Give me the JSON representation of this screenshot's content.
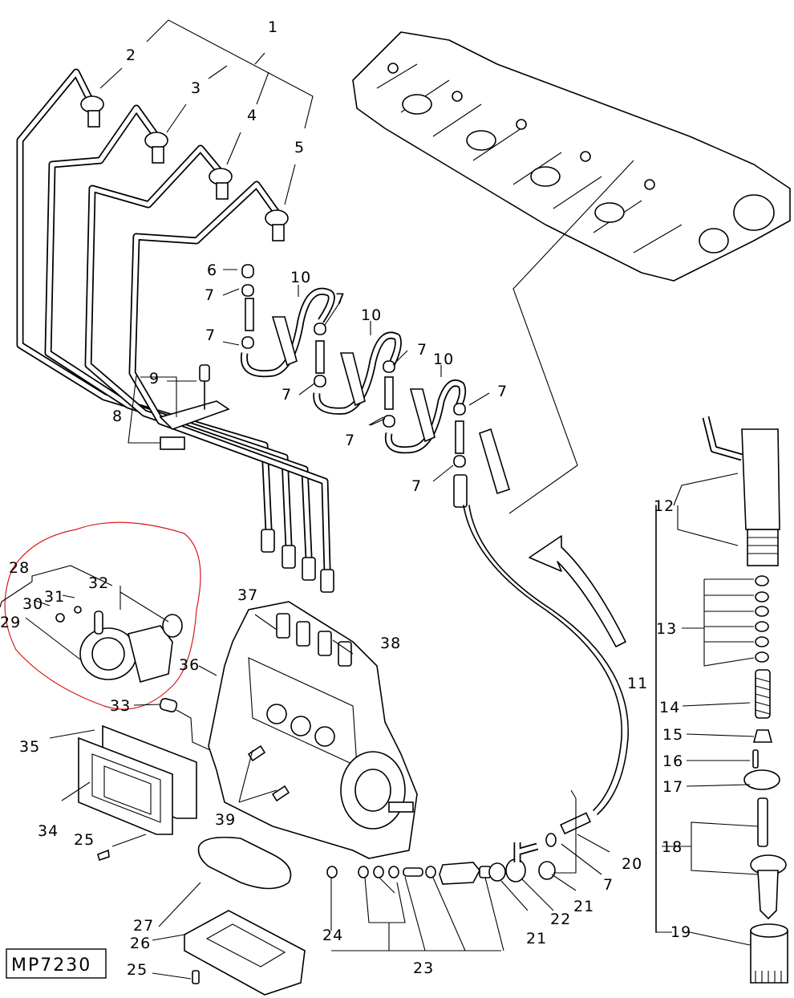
{
  "diagram": {
    "reference_code": "MP7230",
    "highlight_color": "#d81b1b",
    "line_color": "#000000",
    "background": "#ffffff",
    "callouts": [
      {
        "id": "1",
        "label": "1"
      },
      {
        "id": "2",
        "label": "2"
      },
      {
        "id": "3",
        "label": "3"
      },
      {
        "id": "4",
        "label": "4"
      },
      {
        "id": "5",
        "label": "5"
      },
      {
        "id": "6",
        "label": "6"
      },
      {
        "id": "7",
        "label": "7"
      },
      {
        "id": "8",
        "label": "8"
      },
      {
        "id": "9",
        "label": "9"
      },
      {
        "id": "10",
        "label": "10"
      },
      {
        "id": "11",
        "label": "11"
      },
      {
        "id": "12",
        "label": "12"
      },
      {
        "id": "13",
        "label": "13"
      },
      {
        "id": "14",
        "label": "14"
      },
      {
        "id": "15",
        "label": "15"
      },
      {
        "id": "16",
        "label": "16"
      },
      {
        "id": "17",
        "label": "17"
      },
      {
        "id": "18",
        "label": "18"
      },
      {
        "id": "19",
        "label": "19"
      },
      {
        "id": "20",
        "label": "20"
      },
      {
        "id": "21",
        "label": "21"
      },
      {
        "id": "22",
        "label": "22"
      },
      {
        "id": "23",
        "label": "23"
      },
      {
        "id": "24",
        "label": "24"
      },
      {
        "id": "25",
        "label": "25"
      },
      {
        "id": "26",
        "label": "26"
      },
      {
        "id": "27",
        "label": "27"
      },
      {
        "id": "28",
        "label": "28"
      },
      {
        "id": "29",
        "label": "29"
      },
      {
        "id": "30",
        "label": "30"
      },
      {
        "id": "31",
        "label": "31"
      },
      {
        "id": "32",
        "label": "32"
      },
      {
        "id": "33",
        "label": "33"
      },
      {
        "id": "34",
        "label": "34"
      },
      {
        "id": "35",
        "label": "35"
      },
      {
        "id": "36",
        "label": "36"
      },
      {
        "id": "37",
        "label": "37"
      },
      {
        "id": "38",
        "label": "38"
      },
      {
        "id": "39",
        "label": "39"
      }
    ],
    "highlighted_group": [
      "28",
      "29",
      "30",
      "31",
      "32"
    ]
  }
}
